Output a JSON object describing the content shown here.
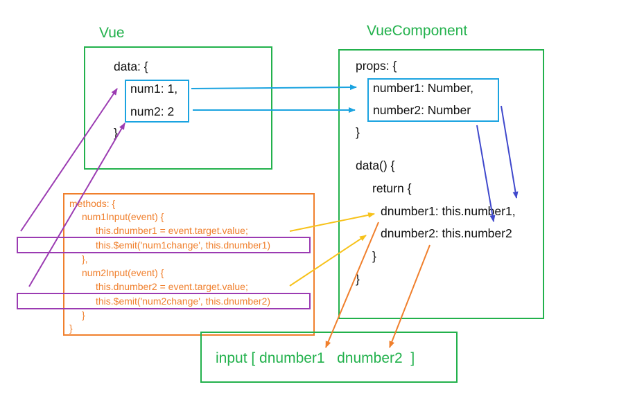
{
  "vue_title": "Vue",
  "vc_title": "VueComponent",
  "vue_block": {
    "data_open": "data: {",
    "num1": "num1: 1,",
    "num2": "num2: 2",
    "close": "}"
  },
  "vc_block": {
    "props_open": "props: {",
    "number1": "number1: Number,",
    "number2": "number2: Number",
    "props_close": "}",
    "data_open": "data() {",
    "return_open": "return {",
    "dnumber1": "dnumber1: this.number1,",
    "dnumber2": "dnumber2: this.number2",
    "return_close": "}",
    "data_close": "}"
  },
  "methods_block": {
    "lines": [
      "methods: {",
      "num1Input(event) {",
      "this.dnumber1 = event.target.value;",
      "this.$emit('num1change', this.dnumber1)",
      "},",
      "num2Input(event) {",
      "this.dnumber2 = event.target.value;",
      "this.$emit('num2change', this.dnumber2)",
      "}",
      "}"
    ]
  },
  "input_block": {
    "text": "input [ dnumber1   dnumber2  ]"
  },
  "colors": {
    "green": "#22b14c",
    "blue": "#1aa3e0",
    "orange": "#f07f2c",
    "purple": "#9b3bb2",
    "yellow": "#f7c21a",
    "indigo": "#3f48cc"
  }
}
